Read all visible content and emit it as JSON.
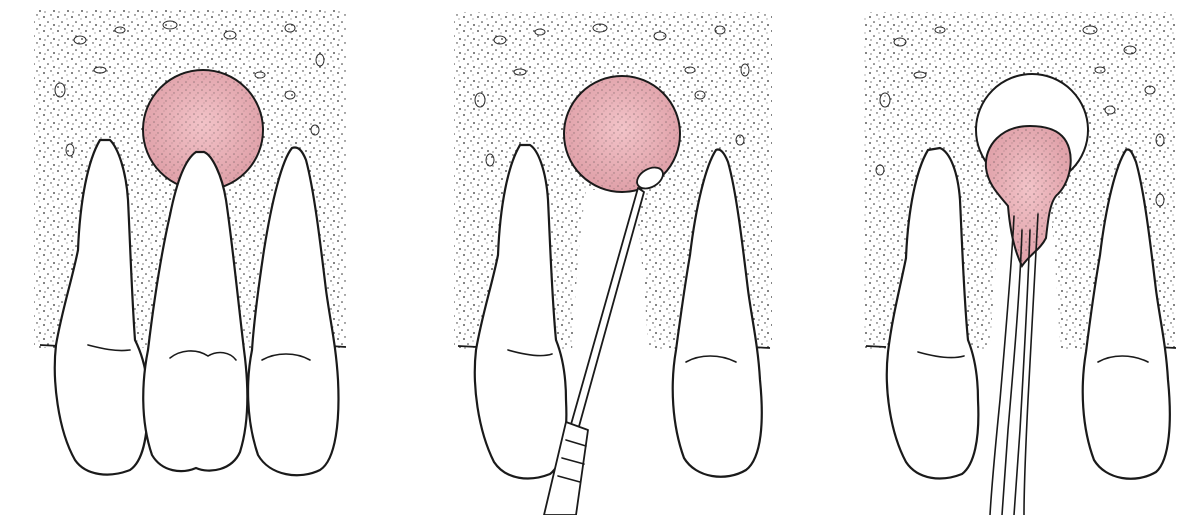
{
  "figure": {
    "panels": [
      {
        "id": "panel-1",
        "stage": "lesion-at-root-apex",
        "teeth": 3,
        "instrument": "none"
      },
      {
        "id": "panel-2",
        "stage": "tooth-extracted-curette-in-socket",
        "teeth": 2,
        "instrument": "curette"
      },
      {
        "id": "panel-3",
        "stage": "lesion-enucleated-with-forceps",
        "teeth": 2,
        "instrument": "forceps"
      }
    ],
    "colors": {
      "bone_stipple": "#2b2b2b",
      "lesion_fill": "#e6a9b0",
      "outline": "#1a1a1a",
      "background": "#ffffff"
    }
  }
}
